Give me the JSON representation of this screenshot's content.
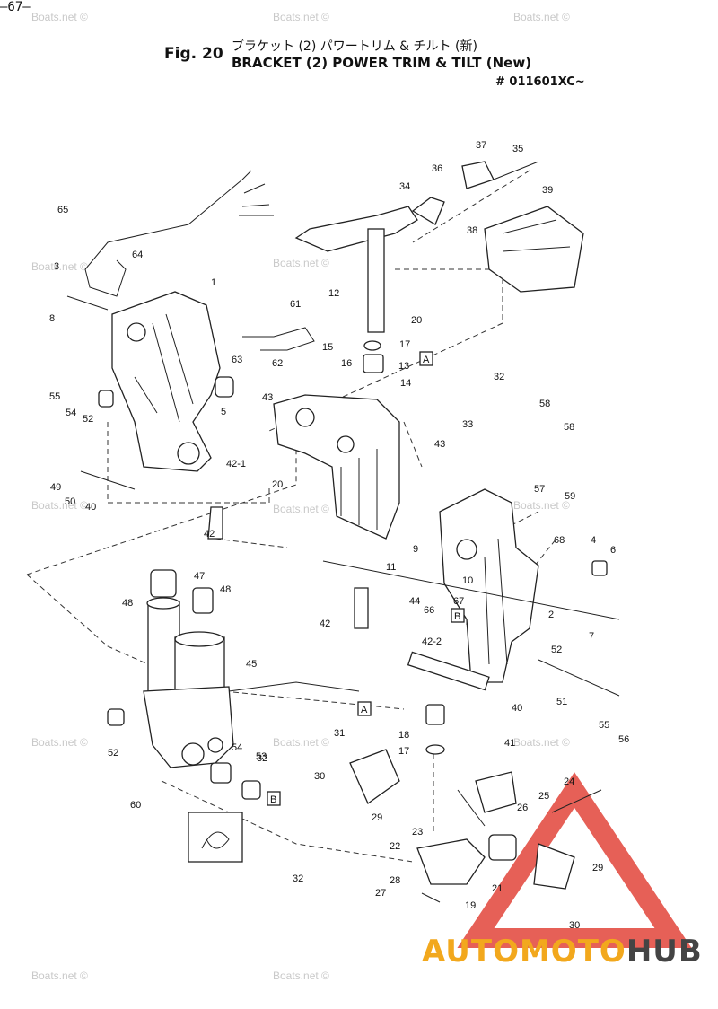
{
  "header": {
    "fig_label": "Fig. 20",
    "title_jp": "ブラケット (2) パワートリム & チルト (新)",
    "title_en": "BRACKET (2) POWER TRIM & TILT (New)",
    "serial": "# 011601XC~"
  },
  "watermark": "Boats.net ©",
  "page_number": "—67—",
  "logo": {
    "part_a": "AUTOMOTO",
    "part_b": "HUB",
    "color_a": "#f2a81d",
    "color_b": "#444444",
    "triangle_color": "#e2443a"
  },
  "boxed_labels": [
    "A",
    "A",
    "B",
    "B"
  ],
  "callouts": [
    "1",
    "2",
    "3",
    "4",
    "5",
    "6",
    "7",
    "8",
    "9",
    "10",
    "11",
    "12",
    "13",
    "14",
    "15",
    "16",
    "17",
    "17",
    "18",
    "19",
    "20",
    "20",
    "21",
    "22",
    "23",
    "24",
    "25",
    "26",
    "27",
    "28",
    "29",
    "29",
    "30",
    "30",
    "31",
    "32",
    "32",
    "32",
    "33",
    "34",
    "35",
    "36",
    "37",
    "38",
    "39",
    "40",
    "40",
    "41",
    "42",
    "42",
    "42-1",
    "42-2",
    "43",
    "43",
    "44",
    "45",
    "47",
    "48",
    "48",
    "49",
    "50",
    "51",
    "52",
    "52",
    "52",
    "53",
    "54",
    "54",
    "55",
    "55",
    "56",
    "57",
    "58",
    "58",
    "59",
    "60",
    "61",
    "62",
    "63",
    "64",
    "65",
    "66",
    "67",
    "68"
  ]
}
